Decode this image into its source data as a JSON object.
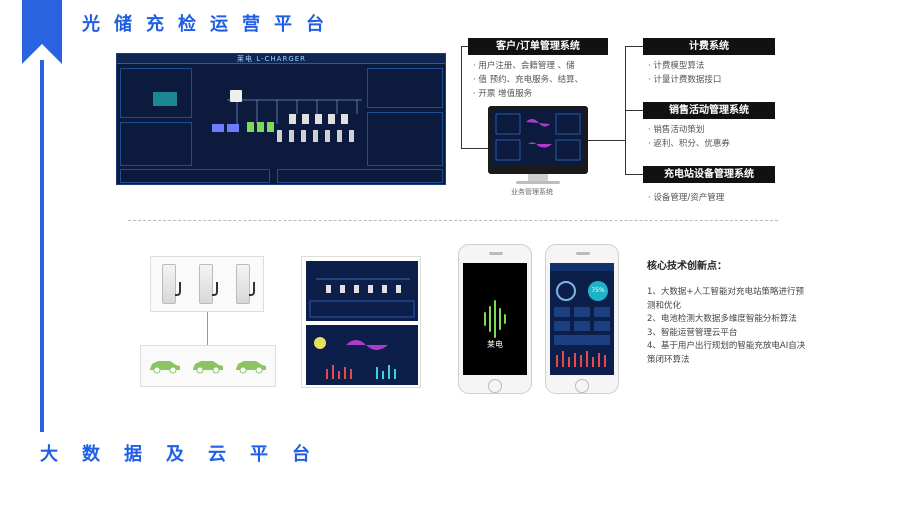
{
  "header": {
    "title": "光储充检运营平台"
  },
  "footer": {
    "title": "大数据及云平台"
  },
  "dashboard": {
    "brand": "莱电 L-CHARGER"
  },
  "systems": {
    "customer": {
      "title": "客户/订单管理系统",
      "items": [
        "用户注册、会籍管理 、储",
        "值 预约、充电服务、结算、",
        "开票 增值服务"
      ]
    },
    "billing": {
      "title": "计费系统",
      "items": [
        "计费模型算法",
        "计量计费数据接口"
      ]
    },
    "sales": {
      "title": "销售活动管理系统",
      "items": [
        "销售活动策划",
        "返利、积分、优惠券"
      ]
    },
    "station": {
      "title": "充电站设备管理系统",
      "items": [
        "设备管理/资产管理"
      ]
    }
  },
  "monitor": {
    "caption": "业务管理系统"
  },
  "phone": {
    "brand": "莱电",
    "gauge_value": "75%"
  },
  "core": {
    "title": "核心技术创新点：",
    "items": [
      "1、大数据+人工智能对充电站策略进行预测和优化",
      "2、电池检测大数据多维度智能分析算法",
      "3、智能运营管理云平台",
      "4、基于用户出行规划的智能充放电AI自决策闭环算法"
    ]
  },
  "colors": {
    "accent": "#1f5fe6",
    "dark_panel": "#0b1a3d",
    "box": "#111111",
    "car": "#8cc463"
  }
}
